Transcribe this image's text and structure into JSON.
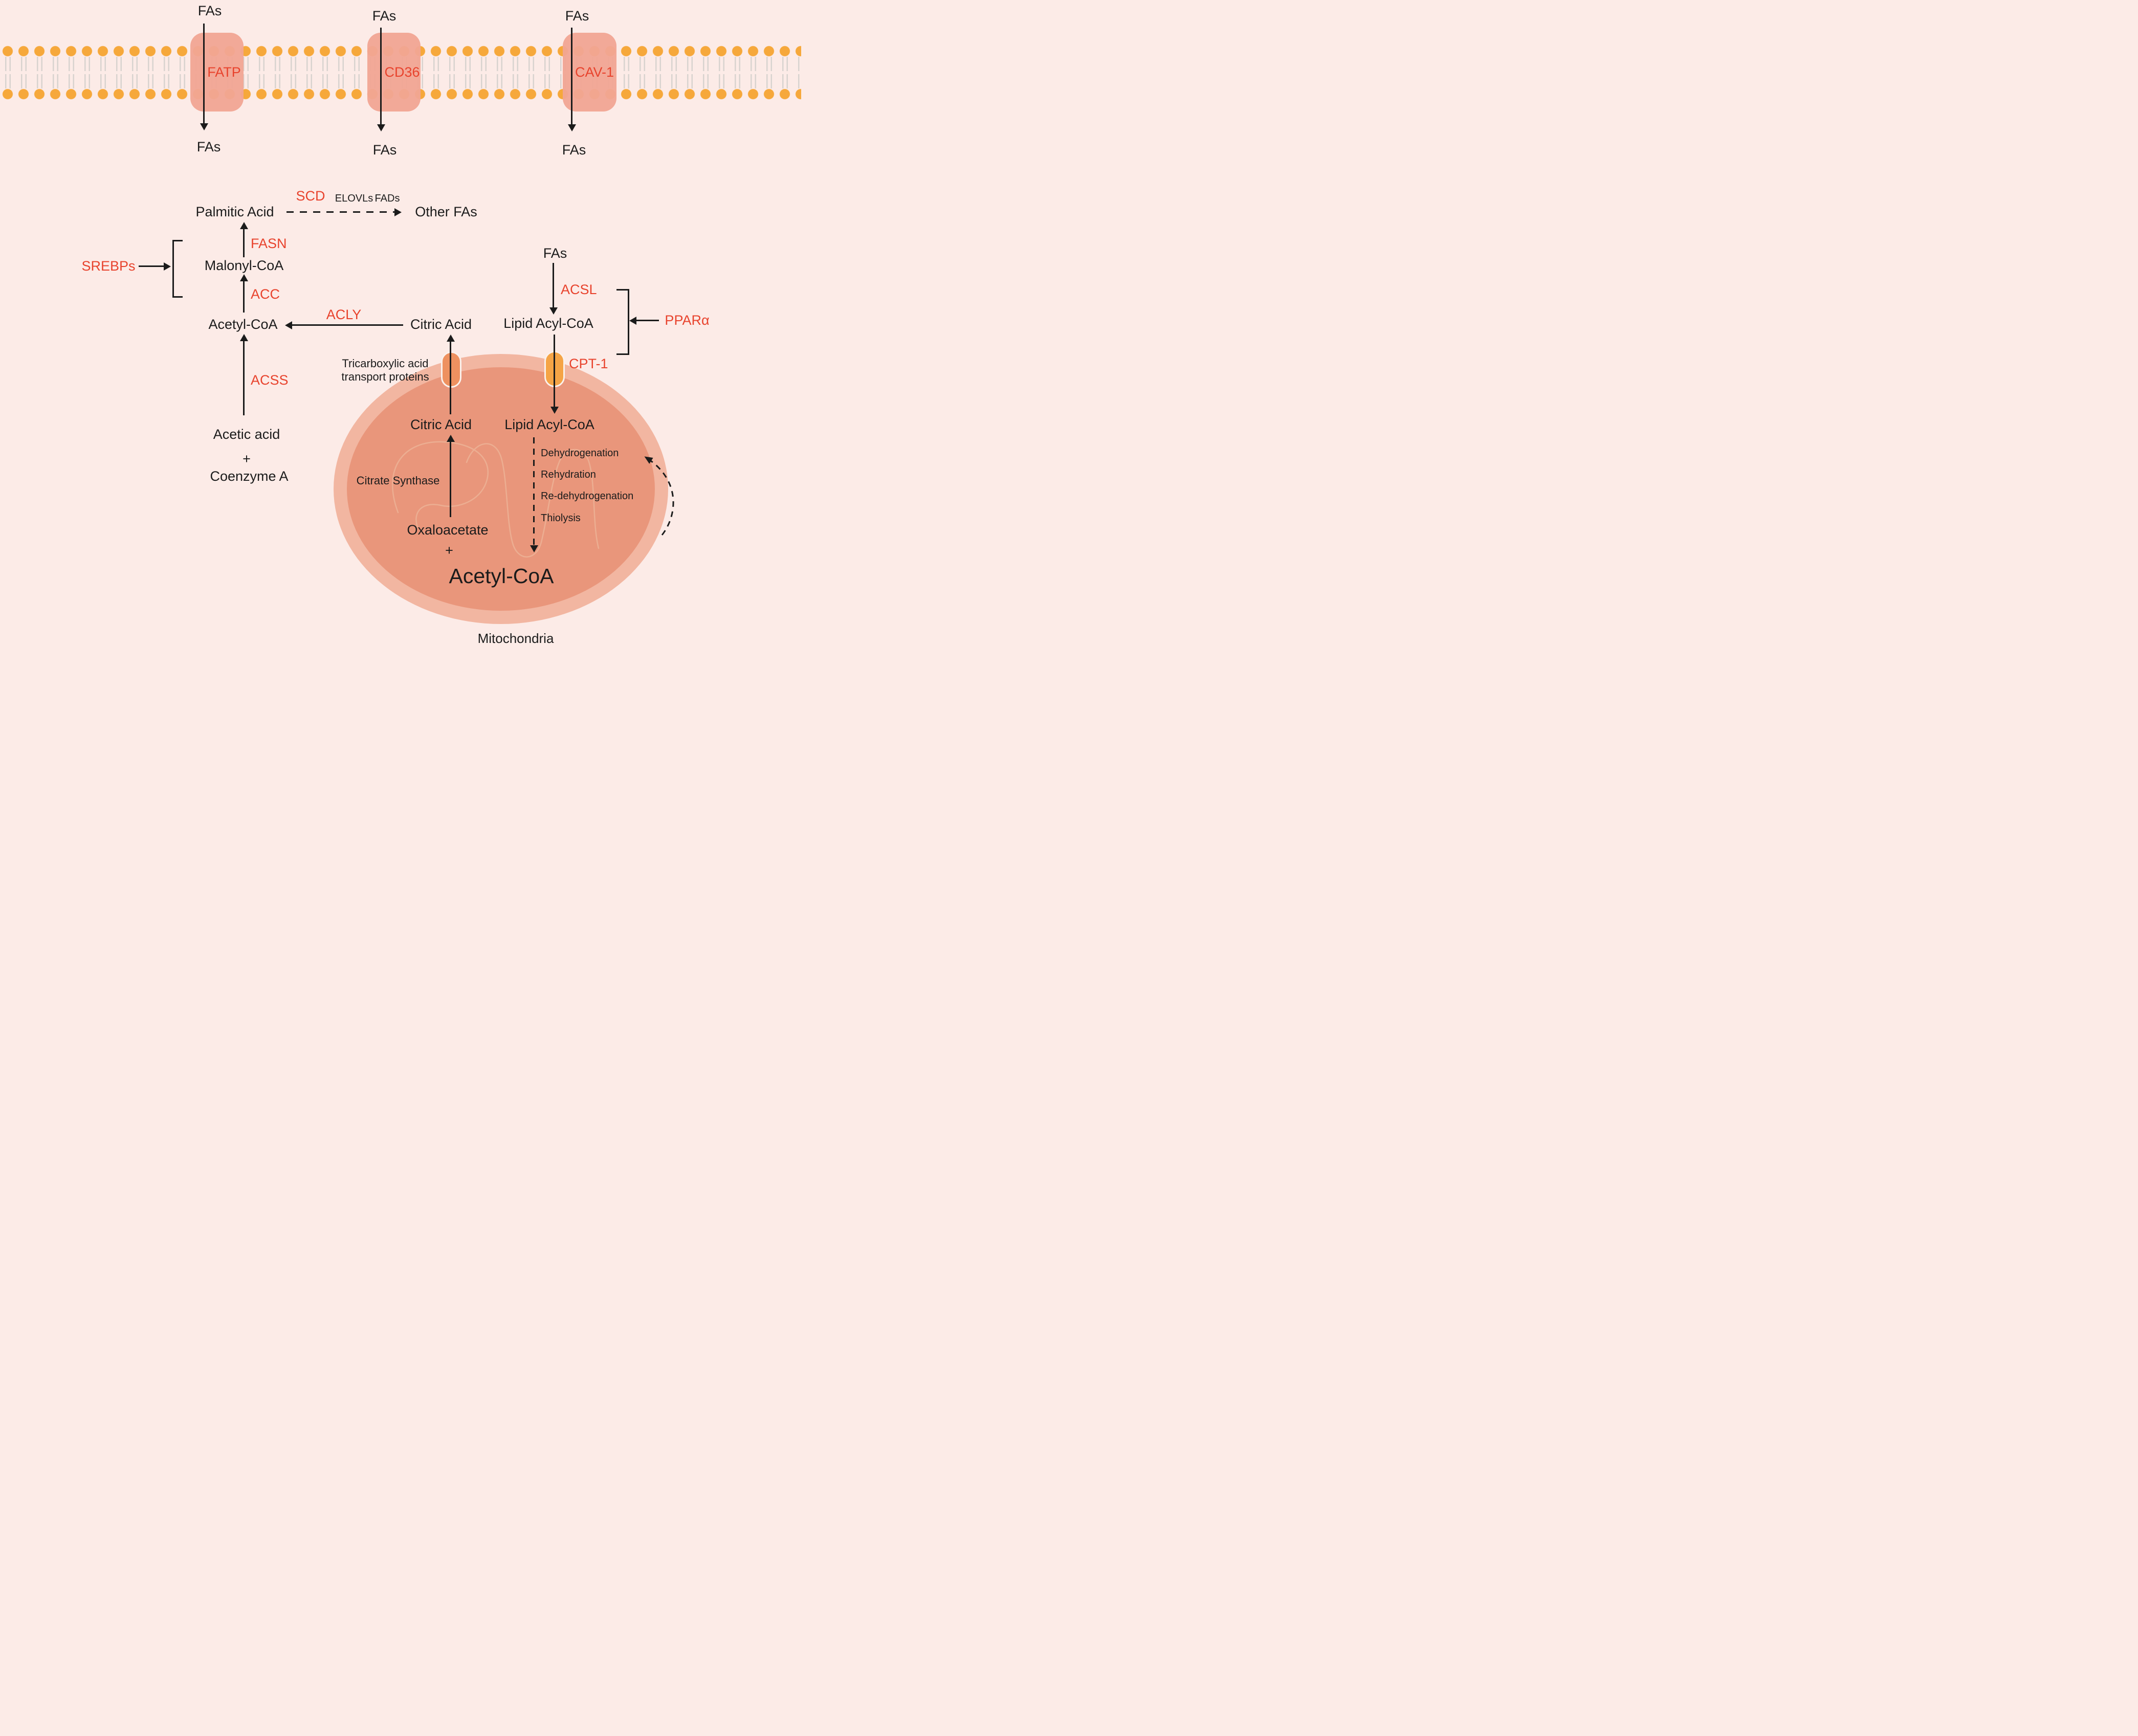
{
  "colors": {
    "background": "#fcebe7",
    "enzyme_red": "#e8432d",
    "text_black": "#1b1b1b",
    "membrane_head_orange": "#f6a83b",
    "transporter_salmon": "#f1a593",
    "mitochondria_outer": "#f2b6a1",
    "mitochondria_inner": "#e9967b",
    "tca_capsule_orange": "#ee9160",
    "cpt1_capsule_orange": "#f5a446"
  },
  "labels": {
    "fas": "FAs",
    "plus": "+"
  },
  "membrane": {
    "transporters": [
      {
        "label": "FATP"
      },
      {
        "label": "CD36"
      },
      {
        "label": "CAV-1"
      }
    ]
  },
  "cytosol": {
    "palmitic_acid": "Palmitic Acid",
    "scd": "SCD",
    "elovls": "ELOVLs",
    "fads": "FADs",
    "other_fas": "Other FAs",
    "fasn": "FASN",
    "malonyl_coa": "Malonyl-CoA",
    "srebps": "SREBPs",
    "acc": "ACC",
    "acetyl_coa": "Acetyl-CoA",
    "acly": "ACLY",
    "citric_acid": "Citric Acid",
    "acss": "ACSS",
    "acetic_acid": "Acetic acid",
    "coenzyme_a": "Coenzyme A",
    "acsl": "ACSL",
    "lipid_acyl_coa": "Lipid Acyl-CoA",
    "ppar_alpha": "PPARα",
    "tca_transport_line1": "Tricarboxylic acid",
    "tca_transport_line2": "transport proteins",
    "cpt1": "CPT-1"
  },
  "mitochondria": {
    "label": "Mitochondria",
    "citric_acid": "Citric Acid",
    "lipid_acyl_coa": "Lipid Acyl-CoA",
    "citrate_synthase": "Citrate Synthase",
    "oxaloacetate": "Oxaloacetate",
    "acetyl_coa": "Acetyl-CoA",
    "beta_oxidation_steps": [
      "Dehydrogenation",
      "Rehydration",
      "Re-dehydrogenation",
      "Thiolysis"
    ]
  }
}
